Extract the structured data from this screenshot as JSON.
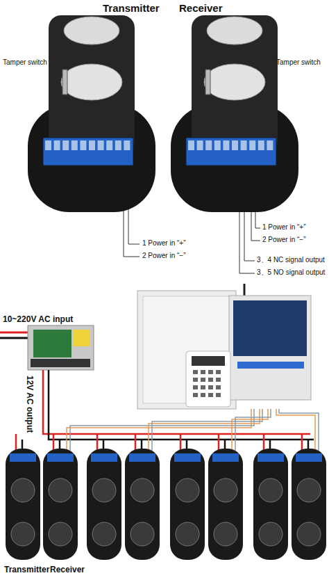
{
  "diagram": {
    "labels": [
      "Transmitter",
      "Receiver",
      "Tamper switch",
      "Tamper switch",
      "1 Power in “+”",
      "2 Power in “−”",
      "1 Power in “+”",
      "2 Power in “−”",
      "3、4 NC signal output",
      "3、5 NO signal output",
      "10~220V AC input",
      "12V AC output",
      "Transmitter",
      "Receiver"
    ]
  }
}
